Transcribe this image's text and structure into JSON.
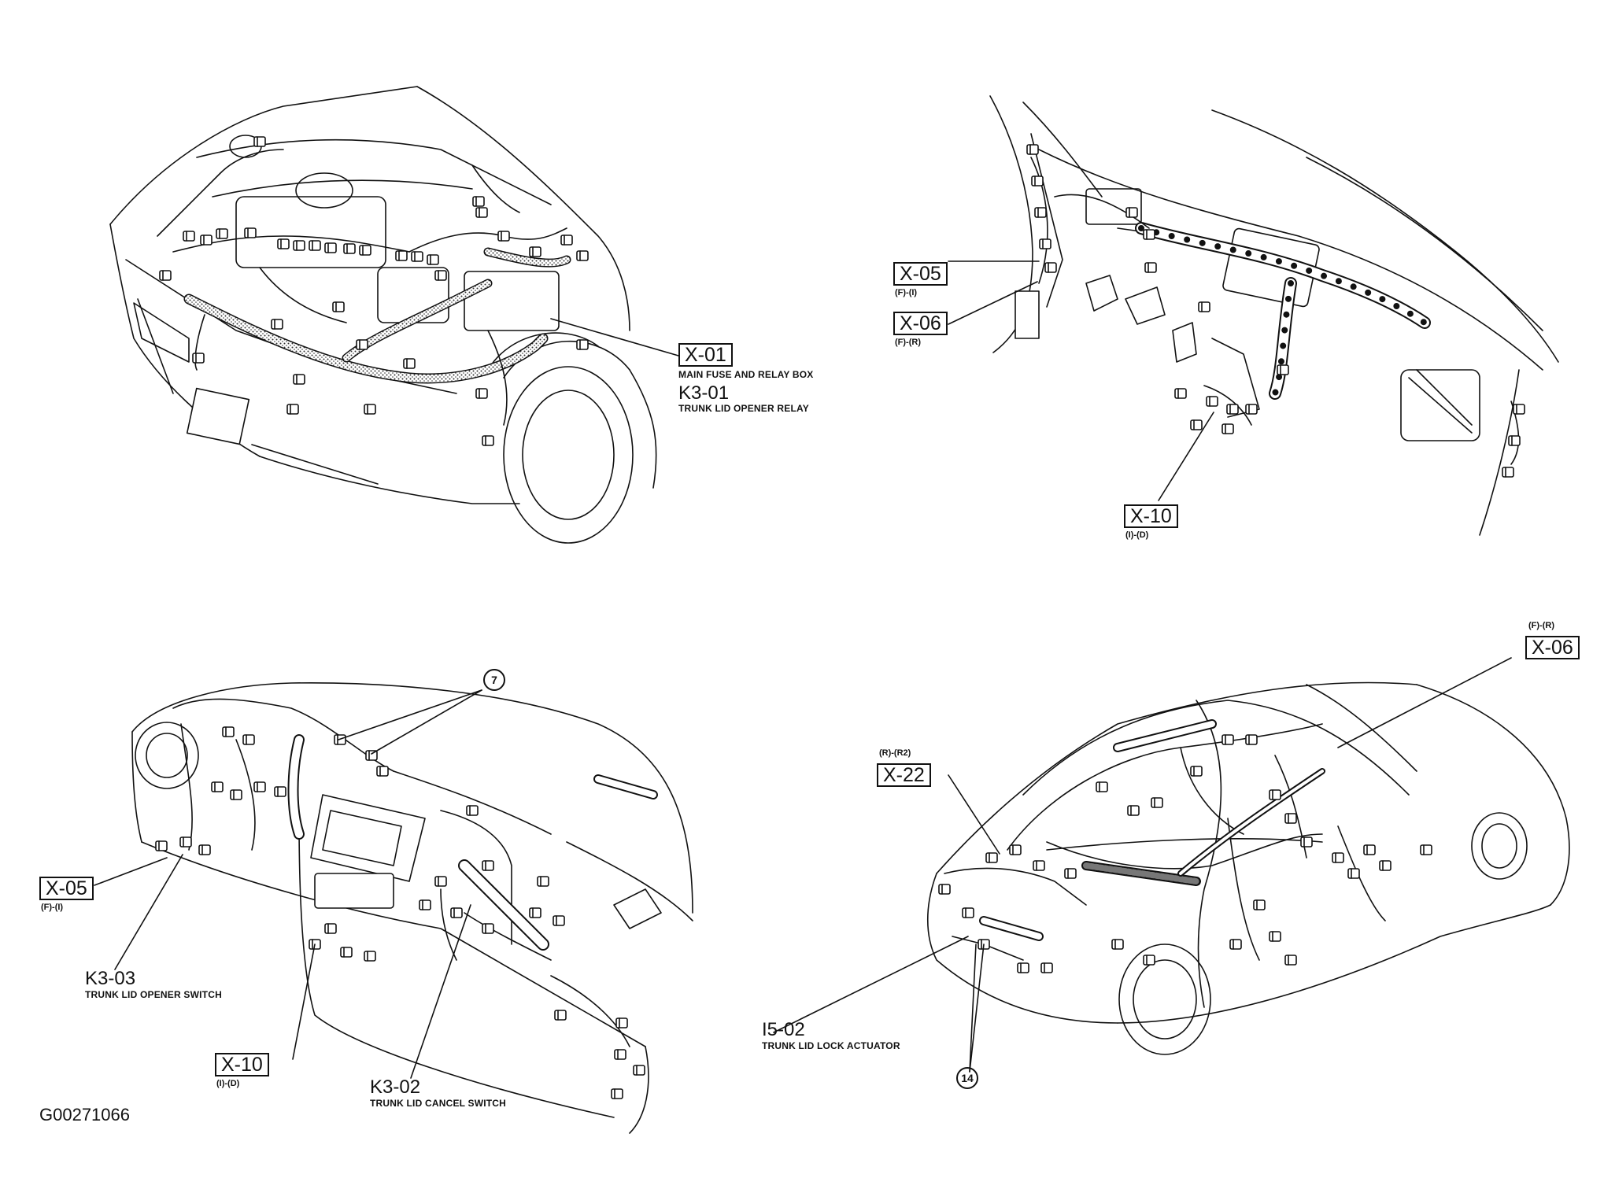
{
  "panels": {
    "engine_bay": {
      "x01": {
        "code": "X-01",
        "caption": "MAIN FUSE AND RELAY BOX"
      },
      "k301": {
        "code": "K3-01",
        "caption": "TRUNK LID OPENER RELAY"
      }
    },
    "left_cabin": {
      "x05": {
        "code": "X-05",
        "loc": "(F)-(I)"
      },
      "x06": {
        "code": "X-06",
        "loc": "(F)-(R)"
      },
      "x10": {
        "code": "X-10",
        "loc": "(I)-(D)"
      }
    },
    "dashboard": {
      "ref7": "7",
      "x05": {
        "code": "X-05",
        "loc": "(F)-(I)"
      },
      "k303": {
        "code": "K3-03",
        "caption": "TRUNK LID OPENER SWITCH"
      },
      "x10": {
        "code": "X-10",
        "loc": "(I)-(D)"
      },
      "k302": {
        "code": "K3-02",
        "caption": "TRUNK LID CANCEL SWITCH"
      }
    },
    "rear_car": {
      "x06": {
        "code": "X-06",
        "loc": "(F)-(R)"
      },
      "x22": {
        "code": "X-22",
        "loc": "(R)-(R2)"
      },
      "i502": {
        "code": "I5-02",
        "caption": "TRUNK LID LOCK ACTUATOR"
      },
      "ref14": "14"
    }
  },
  "figure_id": "G00271066"
}
